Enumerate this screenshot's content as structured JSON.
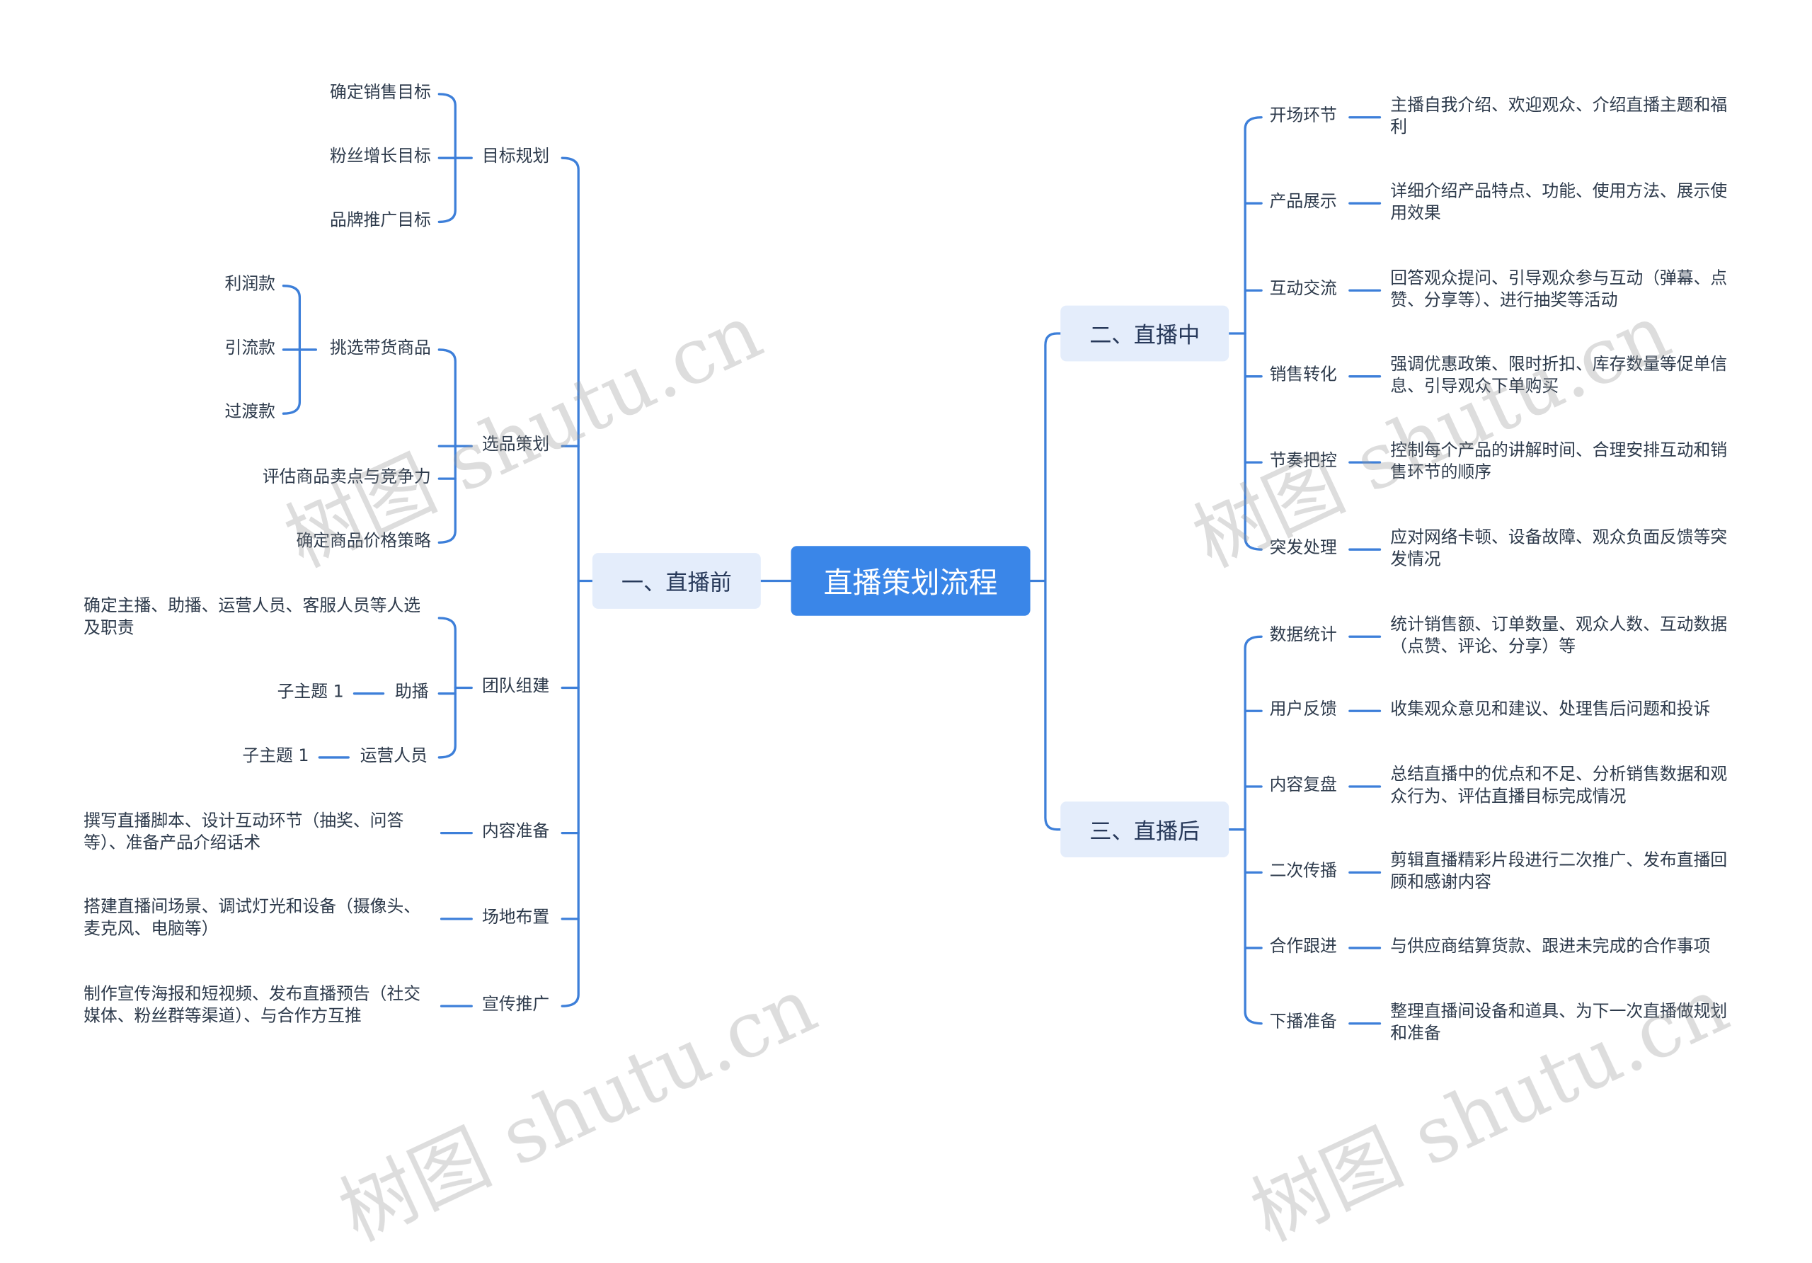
{
  "root": "直播策划流程",
  "branch1": {
    "label": "一、直播前",
    "goal": {
      "label": "目标规划",
      "items": [
        "确定销售目标",
        "粉丝增长目标",
        "品牌推广目标"
      ]
    },
    "selection": {
      "label": "选品策划",
      "pick": {
        "label": "挑选带货商品",
        "items": [
          "利润款",
          "引流款",
          "过渡款"
        ]
      },
      "items": [
        "评估商品卖点与竞争力",
        "确定商品价格策略"
      ]
    },
    "team": {
      "label": "团队组建",
      "desc": "确定主播、助播、运营人员、客服人员等人选及职责",
      "assistant": {
        "label": "助播",
        "sub": "子主题 1"
      },
      "operator": {
        "label": "运营人员",
        "sub": "子主题 1"
      }
    },
    "content": {
      "label": "内容准备",
      "desc": "撰写直播脚本、设计互动环节（抽奖、问答等）、准备产品介绍话术"
    },
    "venue": {
      "label": "场地布置",
      "desc": "搭建直播间场景、调试灯光和设备（摄像头、麦克风、电脑等）"
    },
    "promo": {
      "label": "宣传推广",
      "desc": "制作宣传海报和短视频、发布直播预告（社交媒体、粉丝群等渠道）、与合作方互推"
    }
  },
  "branch2": {
    "label": "二、直播中",
    "items": [
      {
        "label": "开场环节",
        "desc": "主播自我介绍、欢迎观众、介绍直播主题和福利"
      },
      {
        "label": "产品展示",
        "desc": "详细介绍产品特点、功能、使用方法、展示使用效果"
      },
      {
        "label": "互动交流",
        "desc": "回答观众提问、引导观众参与互动（弹幕、点赞、分享等）、进行抽奖等活动"
      },
      {
        "label": "销售转化",
        "desc": "强调优惠政策、限时折扣、库存数量等促单信息、引导观众下单购买"
      },
      {
        "label": "节奏把控",
        "desc": "控制每个产品的讲解时间、合理安排互动和销售环节的顺序"
      },
      {
        "label": "突发处理",
        "desc": "应对网络卡顿、设备故障、观众负面反馈等突发情况"
      }
    ]
  },
  "branch3": {
    "label": "三、直播后",
    "items": [
      {
        "label": "数据统计",
        "desc": "统计销售额、订单数量、观众人数、互动数据（点赞、评论、分享）等"
      },
      {
        "label": "用户反馈",
        "desc": "收集观众意见和建议、处理售后问题和投诉"
      },
      {
        "label": "内容复盘",
        "desc": "总结直播中的优点和不足、分析销售数据和观众行为、评估直播目标完成情况"
      },
      {
        "label": "二次传播",
        "desc": "剪辑直播精彩片段进行二次推广、发布直播回顾和感谢内容"
      },
      {
        "label": "合作跟进",
        "desc": "与供应商结算货款、跟进未完成的合作事项"
      },
      {
        "label": "下播准备",
        "desc": "整理直播间设备和道具、为下一次直播做规划和准备"
      }
    ]
  },
  "watermark": "树图 shutu.cn",
  "colors": {
    "line": "#3d7fd9",
    "root_bg": "#3a86e8",
    "branch_bg": "#e4edfb"
  }
}
